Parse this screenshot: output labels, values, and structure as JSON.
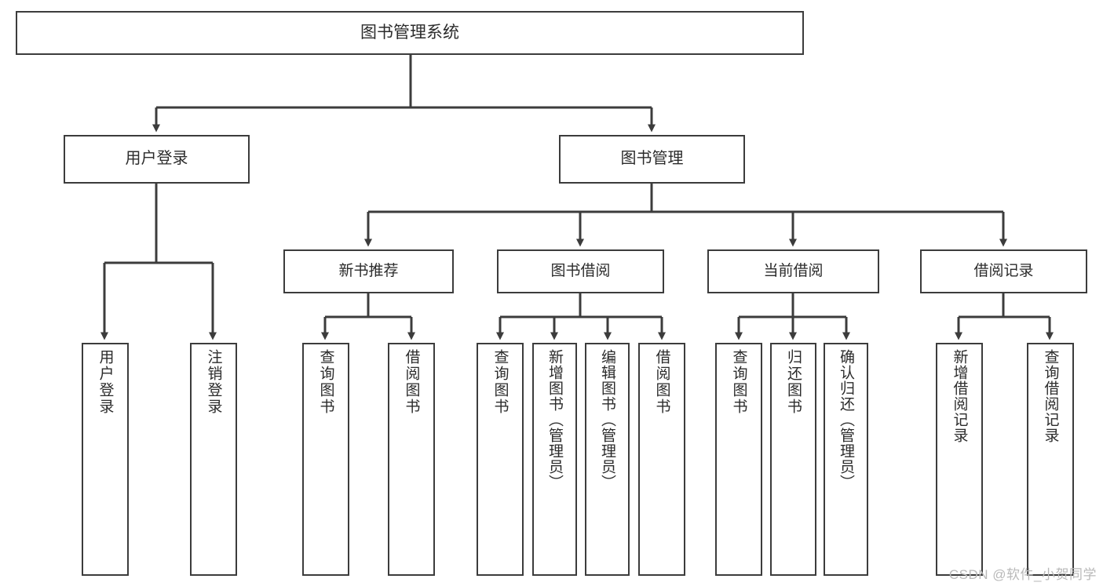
{
  "diagram": {
    "title": "图书管理系统",
    "watermark": "CSDN @软件_小贺同学",
    "colors": {
      "box_border": "#3c3c3c",
      "line": "#3c3c3c",
      "background": "#ffffff",
      "text": "#2b2b2b",
      "watermark": "#b9b9b9"
    },
    "root": {
      "label": "图书管理系统"
    },
    "level1": [
      {
        "label": "用户登录"
      },
      {
        "label": "图书管理"
      }
    ],
    "level2": [
      {
        "label": "新书推荐"
      },
      {
        "label": "图书借阅"
      },
      {
        "label": "当前借阅"
      },
      {
        "label": "借阅记录"
      }
    ],
    "leaves": {
      "user_login": [
        {
          "label": "用户登录"
        },
        {
          "label": "注销登录"
        }
      ],
      "new_book_recommend": [
        {
          "label": "查询图书"
        },
        {
          "label": "借阅图书"
        }
      ],
      "book_borrow": [
        {
          "label": "查询图书"
        },
        {
          "label": "新增图书（管理员）"
        },
        {
          "label": "编辑图书（管理员）"
        },
        {
          "label": "借阅图书"
        }
      ],
      "current_borrow": [
        {
          "label": "查询图书"
        },
        {
          "label": "归还图书"
        },
        {
          "label": "确认归还（管理员）"
        }
      ],
      "borrow_record": [
        {
          "label": "新增借阅记录"
        },
        {
          "label": "查询借阅记录"
        }
      ]
    }
  }
}
